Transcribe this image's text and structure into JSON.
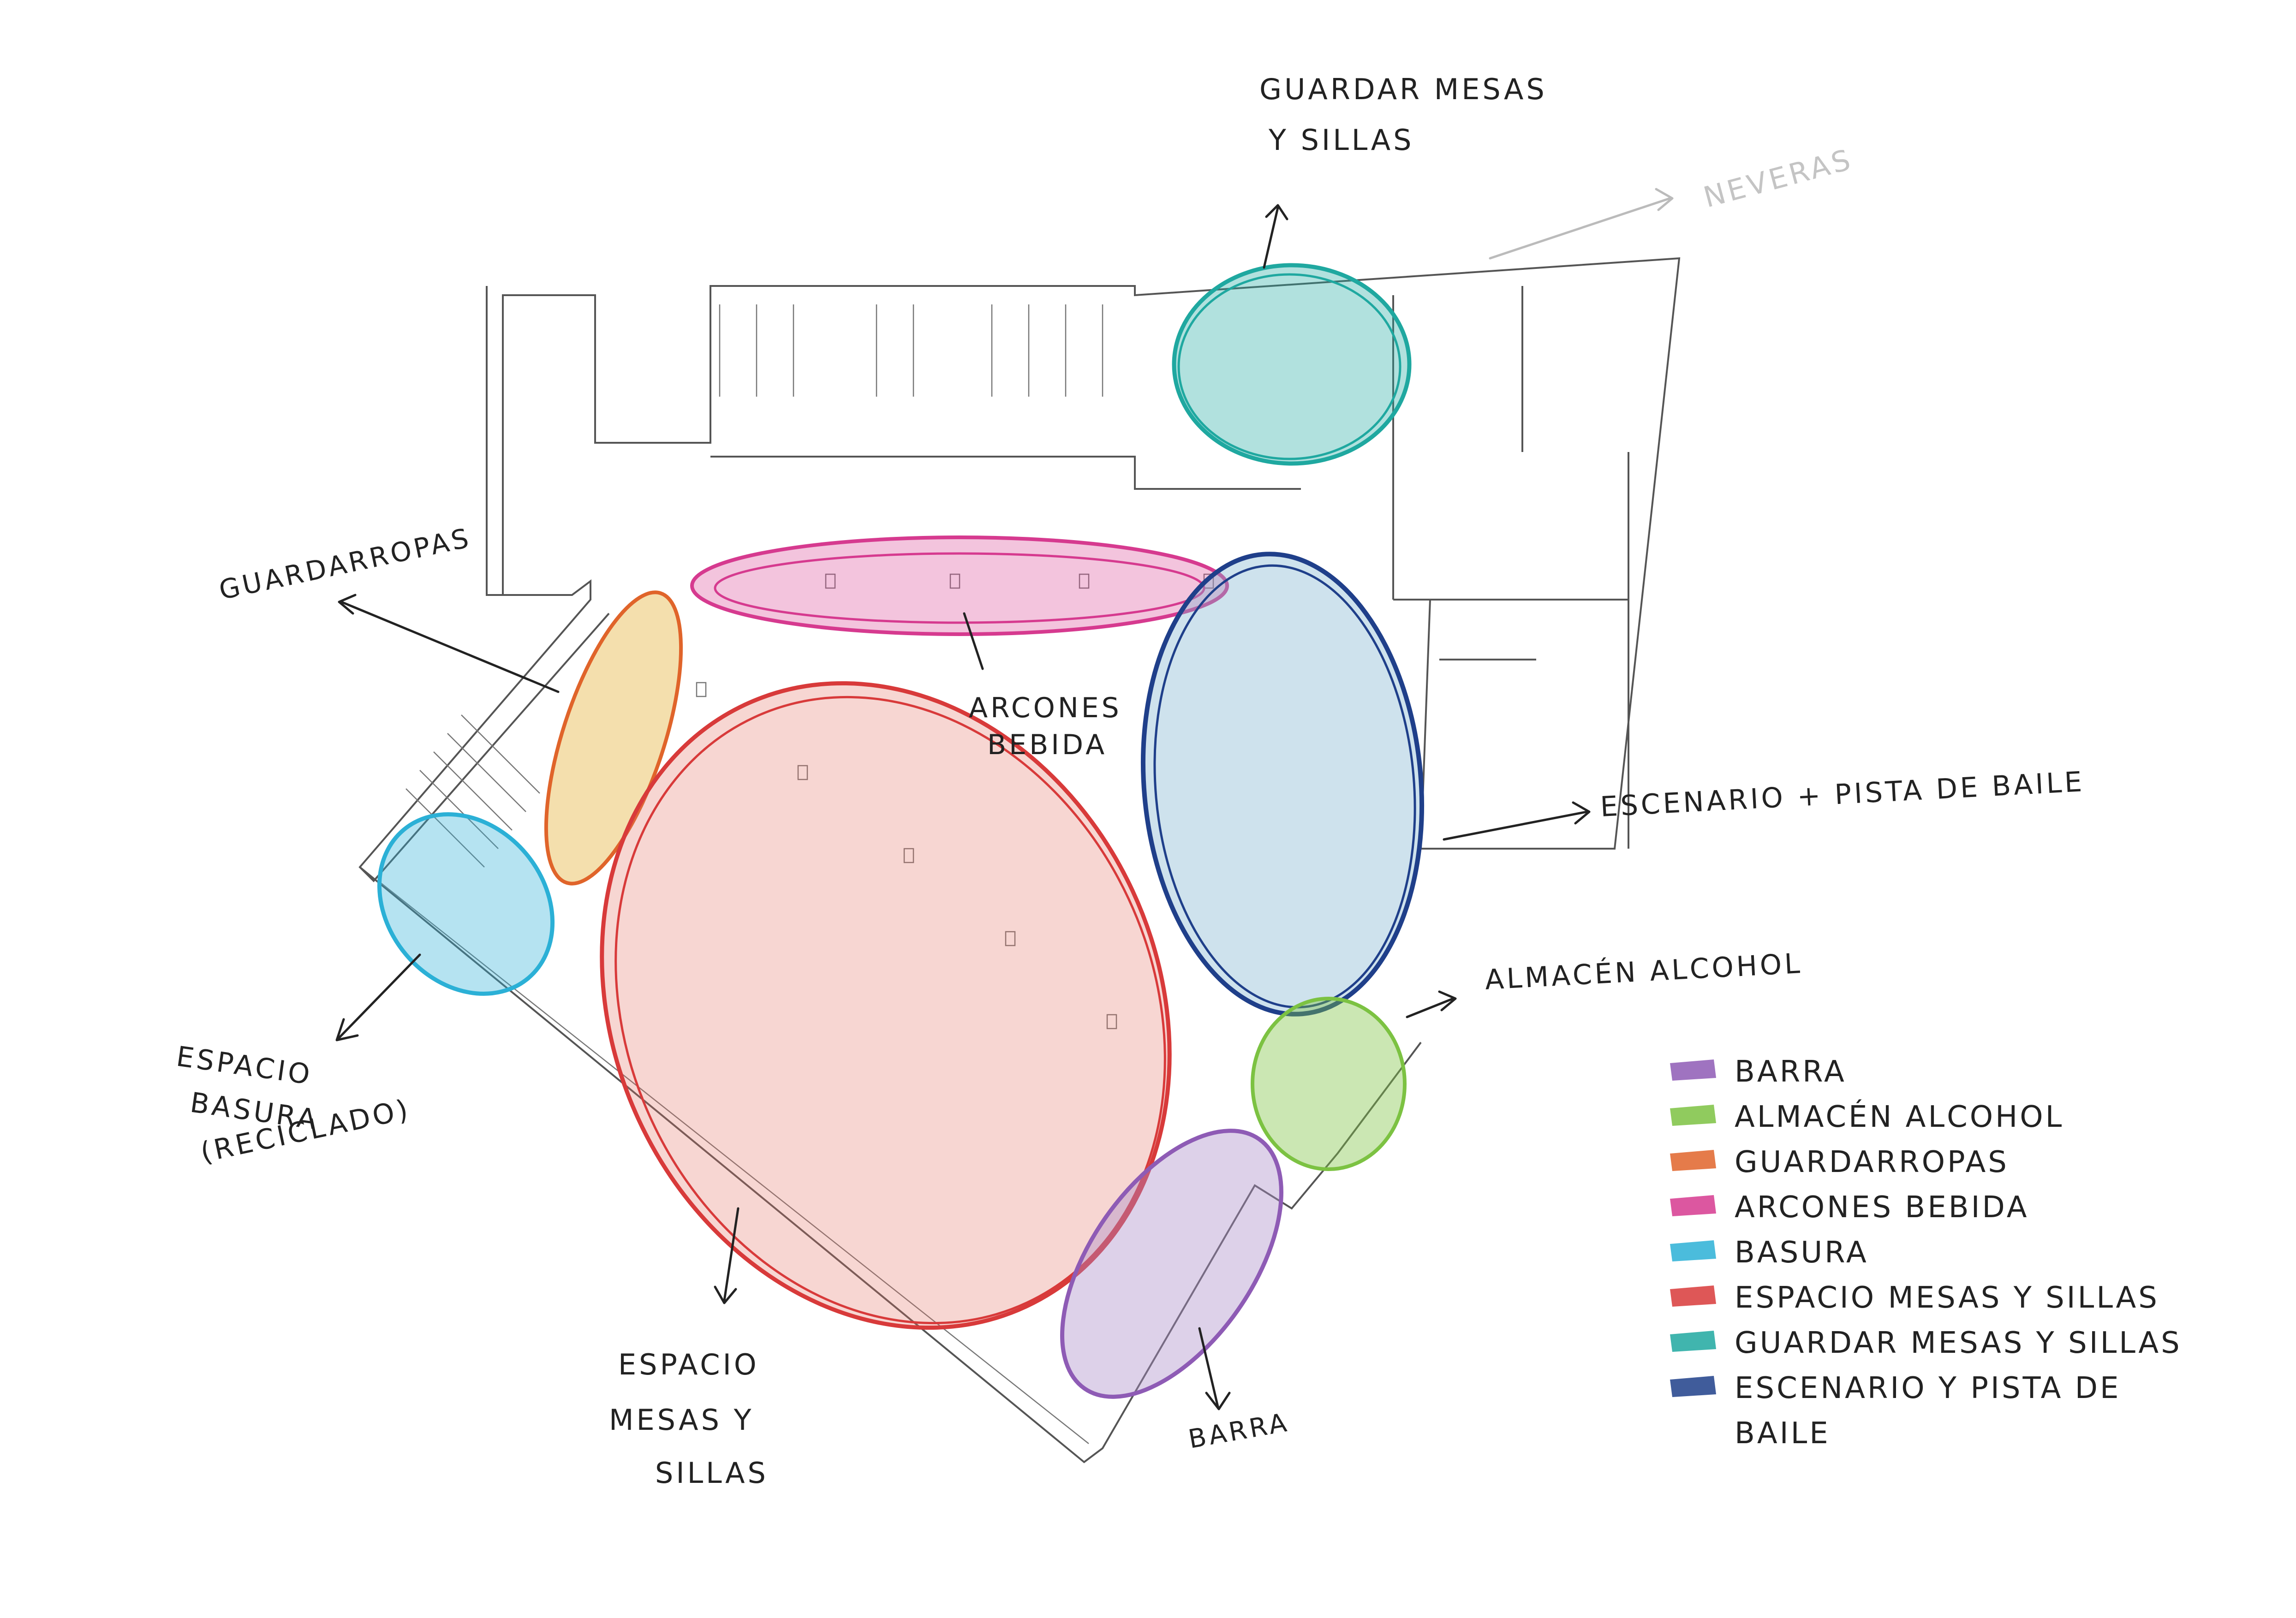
{
  "zones": [
    {
      "id": "barra",
      "label": "BARRA",
      "color": "#8e5bb5"
    },
    {
      "id": "almacen",
      "label": "ALMACÉN ALCOHOL",
      "color": "#7cc242"
    },
    {
      "id": "guardarropas",
      "label": "GUARDARROPAS",
      "color": "#e0642a"
    },
    {
      "id": "arcones",
      "label": "ARCONES BEBIDA",
      "color": "#d63a8f"
    },
    {
      "id": "basura",
      "label": "BASURA",
      "color": "#2bb0d6"
    },
    {
      "id": "mesas",
      "label": "ESPACIO MESAS Y SILLAS",
      "color": "#d83a3a"
    },
    {
      "id": "guardar",
      "label": "GUARDAR MESAS Y SILLAS",
      "color": "#1fa8a0"
    },
    {
      "id": "escenario",
      "label": "ESCENARIO Y PISTA DE BAILE",
      "color": "#1f3f8a"
    }
  ],
  "annotations": {
    "guardar_line1": "GUARDAR MESAS",
    "guardar_line2": "Y SILLAS",
    "neveras": "NEVERAS",
    "guardarropas": "GUARDARROPAS",
    "arcones_line1": "ARCONES",
    "arcones_line2": "BEBIDA",
    "escenario": "ESCENARIO + PISTA DE BAILE",
    "almacen": "ALMACÉN ALCOHOL",
    "basura_line1": "ESPACIO",
    "basura_line2": "BASURA",
    "basura_line3": "(RECICLADO)",
    "mesas_line1": "ESPACIO",
    "mesas_line2": "MESAS Y",
    "mesas_line3": "SILLAS",
    "barra": "BARRA"
  },
  "legend": {
    "items": [
      {
        "label": "BARRA",
        "color": "#8e5bb5"
      },
      {
        "label": "ALMACÉN ALCOHOL",
        "color": "#7cc242"
      },
      {
        "label": "GUARDARROPAS",
        "color": "#e0642a"
      },
      {
        "label": "ARCONES BEBIDA",
        "color": "#d63a8f"
      },
      {
        "label": "BASURA",
        "color": "#2bb0d6"
      },
      {
        "label": "ESPACIO MESAS Y SILLAS",
        "color": "#d83a3a"
      },
      {
        "label": "GUARDAR MESAS Y SILLAS",
        "color": "#1fa8a0"
      },
      {
        "label": "ESCENARIO Y PISTA DE",
        "color": "#1f3f8a"
      }
    ],
    "last_line": "BAILE"
  }
}
